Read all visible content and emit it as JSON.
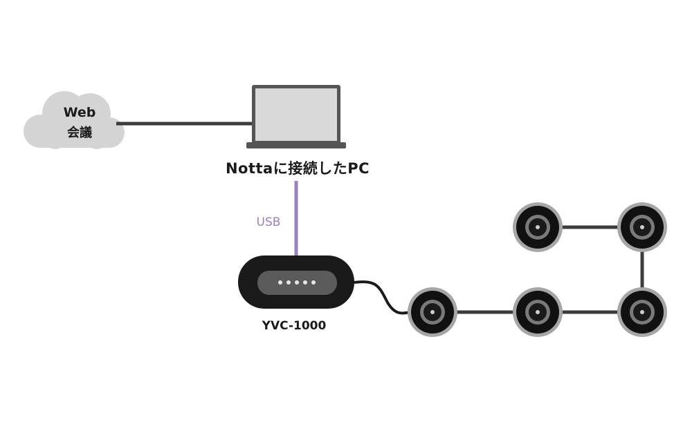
{
  "cloud": {
    "line1": "Web",
    "line2": "会議"
  },
  "pc": {
    "label": "Nottaに接続したPC"
  },
  "connection": {
    "label": "USB"
  },
  "device": {
    "label": "YVC-1000"
  },
  "colors": {
    "cloud": "#d4d4d4",
    "line": "#3c3c3c",
    "usb": "#9a7fc2",
    "device_body": "#1a1a1a",
    "mic_ring": "#a6a6a6",
    "mic_inner": "#7a7a7a"
  }
}
